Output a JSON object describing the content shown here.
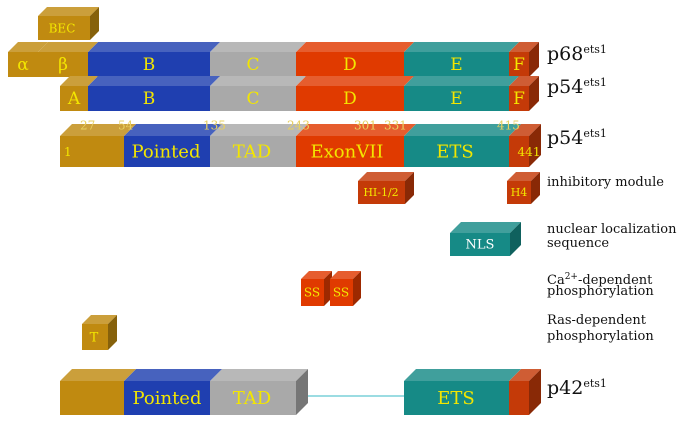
{
  "colors": {
    "A": "#c08a10",
    "B": "#1f3fb0",
    "C": "#a9a9a9",
    "D": "#e03a00",
    "E": "#168a86",
    "F": "#c43a08",
    "text_yellow": "#f3e600",
    "text_yellow_num": "#e8d060",
    "line": "#5fc6d0"
  },
  "icons": [
    "3d-domain-block-shapes"
  ],
  "rows": {
    "p68": {
      "name": "p68",
      "sup": "ets1",
      "segments": [
        {
          "label": "α",
          "color_key": "A"
        },
        {
          "label": "β",
          "color_key": "A"
        },
        {
          "label": "B",
          "color_key": "B"
        },
        {
          "label": "C",
          "color_key": "C"
        },
        {
          "label": "D",
          "color_key": "D"
        },
        {
          "label": "E",
          "color_key": "E"
        },
        {
          "label": "F",
          "color_key": "F"
        }
      ],
      "bec_label": "BEC"
    },
    "p54a": {
      "name": "p54",
      "sup": "ets1",
      "segments": [
        {
          "label": "A",
          "color_key": "A"
        },
        {
          "label": "B",
          "color_key": "B"
        },
        {
          "label": "C",
          "color_key": "C"
        },
        {
          "label": "D",
          "color_key": "D"
        },
        {
          "label": "E",
          "color_key": "E"
        },
        {
          "label": "F",
          "color_key": "F"
        }
      ]
    },
    "p54b": {
      "name": "p54",
      "sup": "ets1",
      "segments": [
        {
          "label": "1",
          "color_key": "A"
        },
        {
          "label": "Pointed",
          "color_key": "B"
        },
        {
          "label": "TAD",
          "color_key": "C"
        },
        {
          "label": "ExonVII",
          "color_key": "D"
        },
        {
          "label": "ETS",
          "color_key": "E"
        },
        {
          "label": "441",
          "color_key": "F"
        }
      ],
      "numbers": [
        "27",
        "54",
        "135",
        "243",
        "301",
        "331",
        "415"
      ]
    },
    "p42": {
      "name": "p42",
      "sup": "ets1",
      "segments": [
        {
          "label": "",
          "color_key": "A"
        },
        {
          "label": "Pointed",
          "color_key": "B"
        },
        {
          "label": "TAD",
          "color_key": "C"
        },
        {
          "label": "ETS",
          "color_key": "E"
        },
        {
          "label": "",
          "color_key": "F"
        }
      ]
    }
  },
  "features": {
    "hi12": "HI-1/2",
    "h4": "H4",
    "nls": "NLS",
    "ss1": "SS",
    "ss2": "SS",
    "t": "T"
  },
  "legend": {
    "inhibitory": "inhibitory module",
    "nls_line1": "nuclear localization",
    "nls_line2": "sequence",
    "ca_prefix": "Ca",
    "ca_sup": "2+",
    "ca_suffix": "-dependent",
    "ca_line2": "phosphorylation",
    "ras_line1": "Ras-dependent",
    "ras_line2": "phosphorylation"
  }
}
